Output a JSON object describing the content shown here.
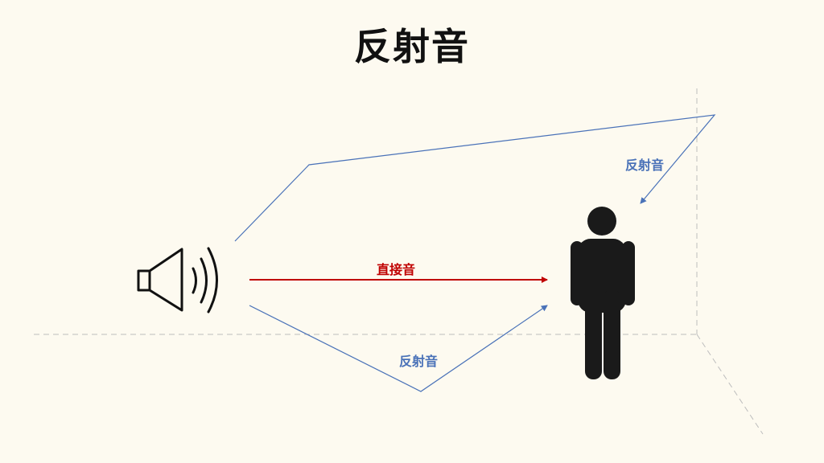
{
  "title": "反射音",
  "labels": {
    "direct": "直接音",
    "reflection_ceiling": "反射音",
    "reflection_floor": "反射音"
  },
  "colors": {
    "background": "#fdfaf0",
    "title": "#111111",
    "direct": "#c00000",
    "reflection": "#4a72b8",
    "guide": "#bdbdbd",
    "figure": "#1a1a1a"
  },
  "icons": {
    "source": "speaker-icon",
    "listener": "person-icon"
  }
}
